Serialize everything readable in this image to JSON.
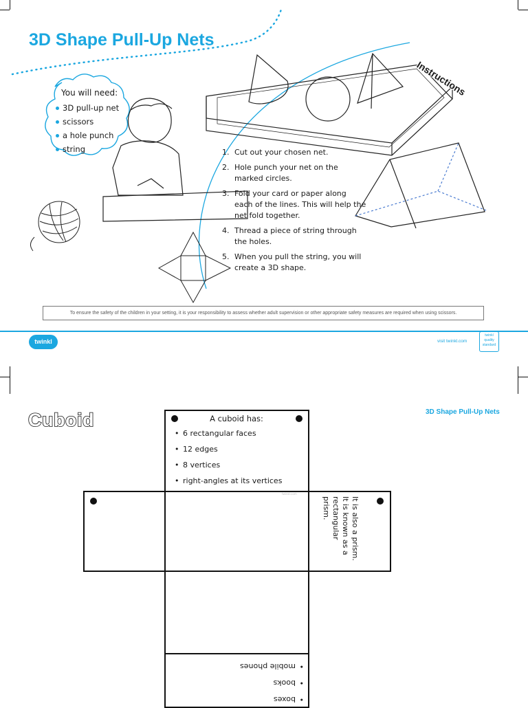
{
  "header": {
    "title": "3D Shape Pull-Up Nets",
    "instructions_label": "Instructions"
  },
  "needs": {
    "title": "You will need:",
    "items": [
      "3D pull-up net",
      "scissors",
      "a hole punch",
      "string"
    ]
  },
  "steps": [
    {
      "num": "1.",
      "text": "Cut out your chosen net."
    },
    {
      "num": "2.",
      "text": "Hole punch your net on the marked circles."
    },
    {
      "num": "3.",
      "text": "Fold your card or paper along each of the lines. This will help the net fold together."
    },
    {
      "num": "4.",
      "text": "Thread a piece of string through the holes."
    },
    {
      "num": "5.",
      "text": "When you pull the string, you will create a 3D shape."
    }
  ],
  "safety_note": "To ensure the safety of the children in your setting, it is your responsibility to assess whether adult supervision or other appropriate safety measures are required when using scissors.",
  "footer": {
    "logo_text": "twinkl",
    "visit_text": "visit twinkl.com",
    "badge_text": "twinkl quality standard"
  },
  "colors": {
    "accent": "#1ba7e0",
    "ink": "#111111"
  },
  "cuboid_page": {
    "title": "Cuboid",
    "subtitle": "3D Shape Pull-Up Nets",
    "face_small_text": "twinkl.com",
    "has_title": "A cuboid has:",
    "has_items": [
      "6 rectangular faces",
      "12 edges",
      "8 vertices",
      "right-angles at its vertices"
    ],
    "prism_lines": [
      "It is also a prism.",
      "It is known as a rectangular prism."
    ],
    "inverted_items": [
      "mobile phones",
      "books",
      "boxes"
    ]
  }
}
